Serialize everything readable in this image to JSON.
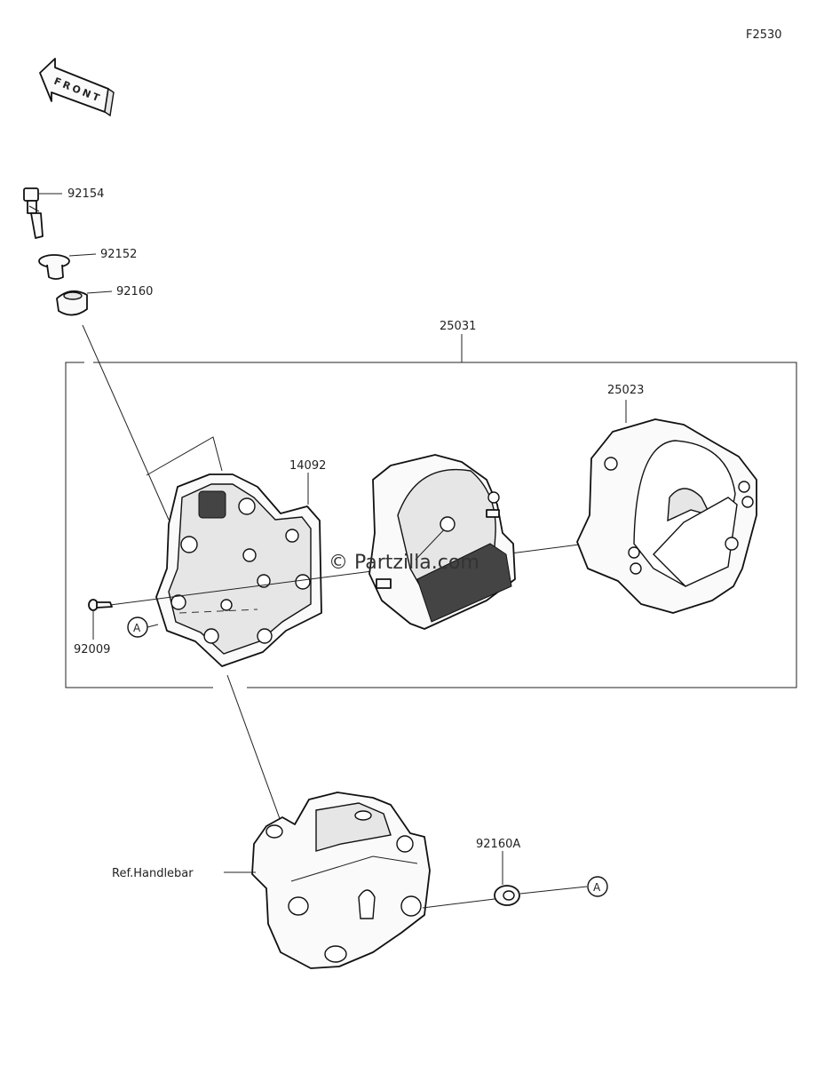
{
  "diagram_code": "F2530",
  "front_arrow_label": "FRONT",
  "watermark": "© Partzilla.com",
  "callout_circle_label": "A",
  "parts": {
    "bolt": "92154",
    "collar": "92152",
    "grommet": "92160",
    "meter_assembly": "25031",
    "meter_cover": "25023",
    "case": "14092",
    "screw": "92009",
    "bracket_ref": "Ref.Handlebar",
    "damper": "92160A"
  },
  "colors": {
    "line": "#111111",
    "background": "#ffffff"
  }
}
